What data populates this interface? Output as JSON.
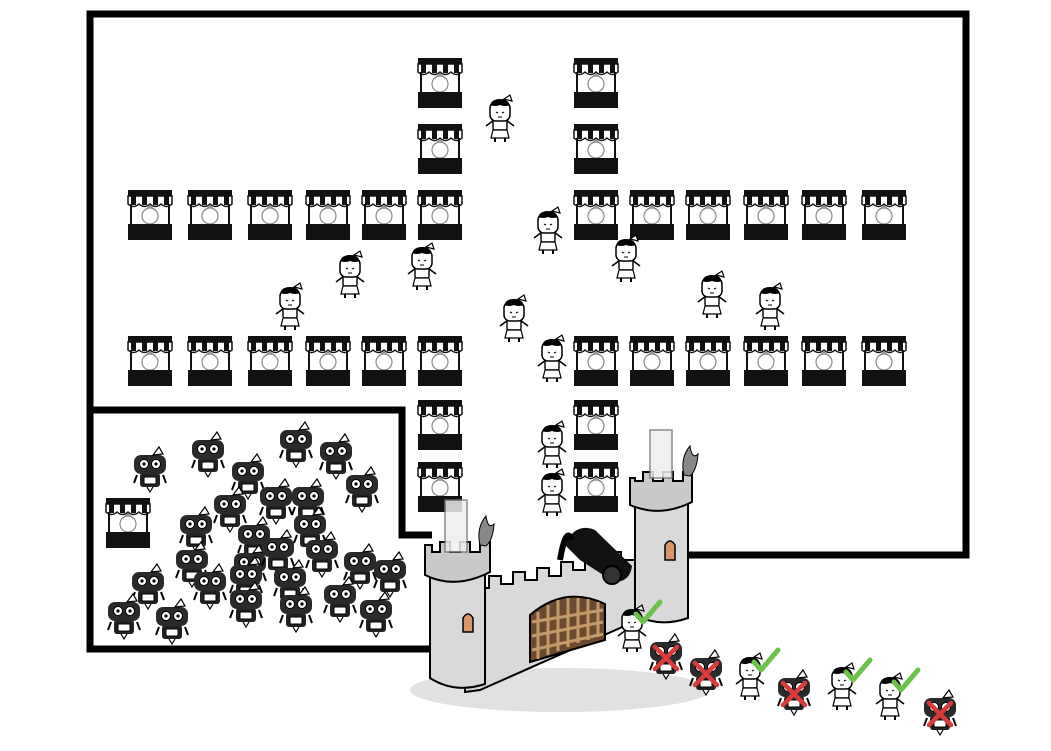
{
  "diagram": {
    "elements": {
      "market_wall": "thick-black-line",
      "queue_pen": "thick-black-line",
      "stall": "market-stall-icon",
      "shopper": "person-icon",
      "bot": "robot-icon",
      "castle": "castle-gate-icon",
      "cannon": "cannon-icon",
      "admit_mark": "check-mark-icon",
      "reject_mark": "x-mark-icon"
    },
    "queue": [
      "admitted",
      "rejected",
      "rejected",
      "admitted",
      "rejected",
      "admitted",
      "admitted",
      "rejected"
    ],
    "colors": {
      "line": "#000000",
      "stone": "#d9d9d9",
      "stone_shade": "#9a9a9a",
      "portcullis": "#8a5a3a",
      "window": "#d9956a",
      "check": "#6cc24a",
      "cross": "#d93a3a",
      "glass": "#eeeeee"
    }
  }
}
